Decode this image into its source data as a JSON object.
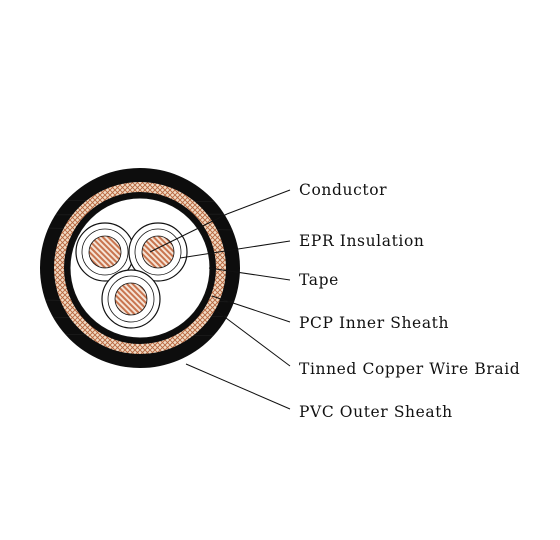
{
  "diagram": {
    "labels": [
      {
        "key": "conductor",
        "text": "Conductor"
      },
      {
        "key": "insulation",
        "text": "EPR Insulation"
      },
      {
        "key": "tape",
        "text": "Tape"
      },
      {
        "key": "inner_sheath",
        "text": "PCP Inner Sheath"
      },
      {
        "key": "braid",
        "text": "Tinned Copper Wire Braid"
      },
      {
        "key": "outer_sheath",
        "text": "PVC Outer Sheath"
      }
    ],
    "colors": {
      "outer_sheath": "#0d0d0d",
      "braid_base": "#f0dcc6",
      "braid_strand": "#b8643c",
      "inner_sheath": "#0d0d0d",
      "tape": "#ffffff",
      "insulation": "#ffffff",
      "conductor_base": "#f6e4d6",
      "conductor_strand": "#c8744e",
      "line": "#111111"
    }
  }
}
